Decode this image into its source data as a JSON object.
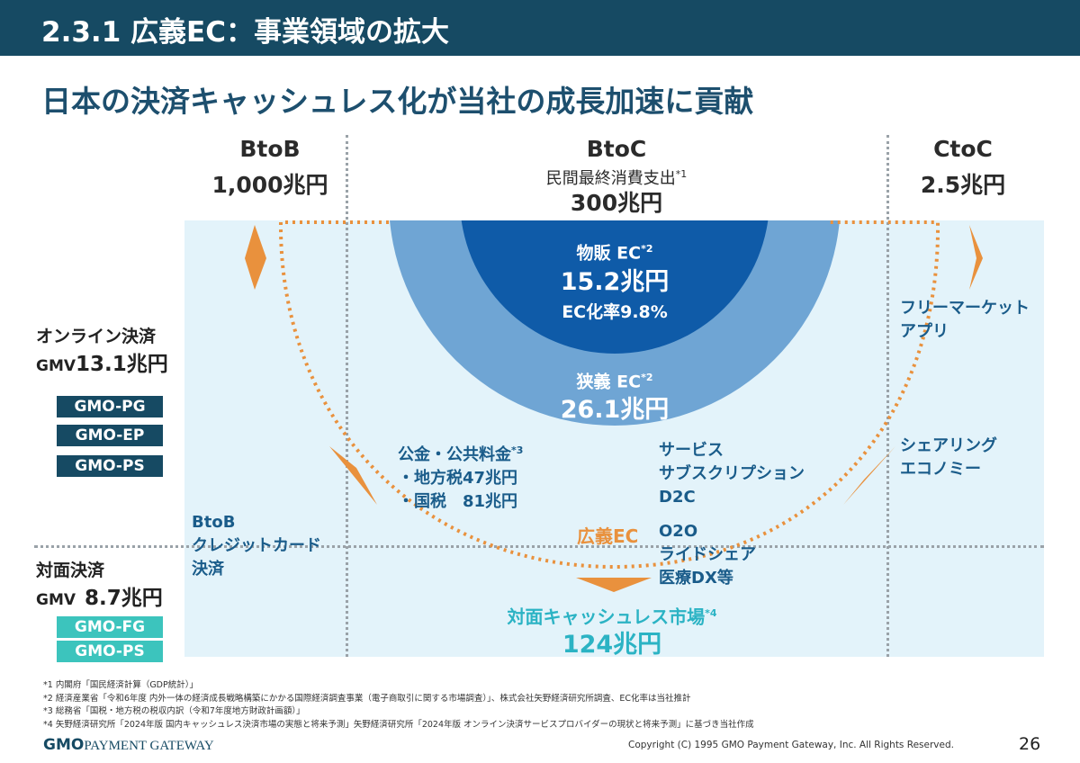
{
  "header": {
    "title": "2.3.1  広義EC：事業領域の拡大",
    "subtitle": "日本の決済キャッシュレス化が当社の成長加速に貢献"
  },
  "columns": {
    "btob": {
      "name": "BtoB",
      "value": "1,000兆円"
    },
    "btoc": {
      "name": "BtoC",
      "desc": "民間最終消費支出",
      "note": "*1",
      "value": "300兆円"
    },
    "ctoc": {
      "name": "CtoC",
      "value": "2.5兆円"
    }
  },
  "online": {
    "title": "オンライン決済",
    "gmv_prefix": "GMV",
    "gmv_value": "13.1兆円",
    "badges": [
      "GMO-PG",
      "GMO-EP",
      "GMO-PS"
    ]
  },
  "offline": {
    "title": "対面決済",
    "gmv_prefix": "GMV",
    "gmv_value": "8.7兆円",
    "badges": [
      "GMO-FG",
      "GMO-PS"
    ]
  },
  "circle_inner": {
    "label": "物販 EC",
    "note": "*2",
    "value": "15.2兆円",
    "rate": "EC化率9.8%"
  },
  "circle_outer": {
    "label": "狭義 EC",
    "note": "*2",
    "value": "26.1兆円"
  },
  "public": {
    "title": "公金・公共料金",
    "note": "*3",
    "line1": "・地方税47兆円",
    "line2": "・国税　81兆円"
  },
  "services": {
    "line1": "サービス",
    "line2": "サブスクリプション",
    "line3": "D2C"
  },
  "o2o": {
    "line1": "O2O",
    "line2": "ライドシェア",
    "line3": "医療DX等"
  },
  "wide_ec": "広義EC",
  "btob_credit": {
    "line1": "BtoB",
    "line2": "クレジットカード",
    "line3": "決済"
  },
  "flea": {
    "line1": "フリーマーケット",
    "line2": "アプリ"
  },
  "sharing": {
    "line1": "シェアリング",
    "line2": "エコノミー"
  },
  "cashless": {
    "label": "対面キャッシュレス市場",
    "note": "*4",
    "value": "124兆円"
  },
  "footnotes": [
    "*1 内閣府「国民経済計算（GDP統計）」",
    "*2 経済産業省「令和6年度 内外一体の経済成長戦略構築にかかる国際経済調査事業（電子商取引に関する市場調査）」、株式会社矢野経済研究所調査、EC化率は当社推計",
    "*3 総務省「国税・地方税の税収内訳（令和7年度地方財政計画額）」",
    "*4 矢野経済研究所「2024年版 国内キャッシュレス決済市場の実態と将来予測」矢野経済研究所「2024年版 オンライン決済サービスプロバイダーの現状と将来予測」に基づき当社作成"
  ],
  "footer": {
    "logo_bold": "GMO",
    "logo_rest": "PAYMENT GATEWAY",
    "copyright": "Copyright (C) 1995 GMO Payment Gateway, Inc. All Rights Reserved.",
    "page": "26"
  },
  "colors": {
    "header_bg": "#164a63",
    "dark_blue": "#0f5ba8",
    "mid_blue": "#6fa5d4",
    "light_bg": "#e3f3fa",
    "orange": "#e9913d",
    "teal": "#3cc4bd",
    "badge_dark": "#164a63"
  }
}
